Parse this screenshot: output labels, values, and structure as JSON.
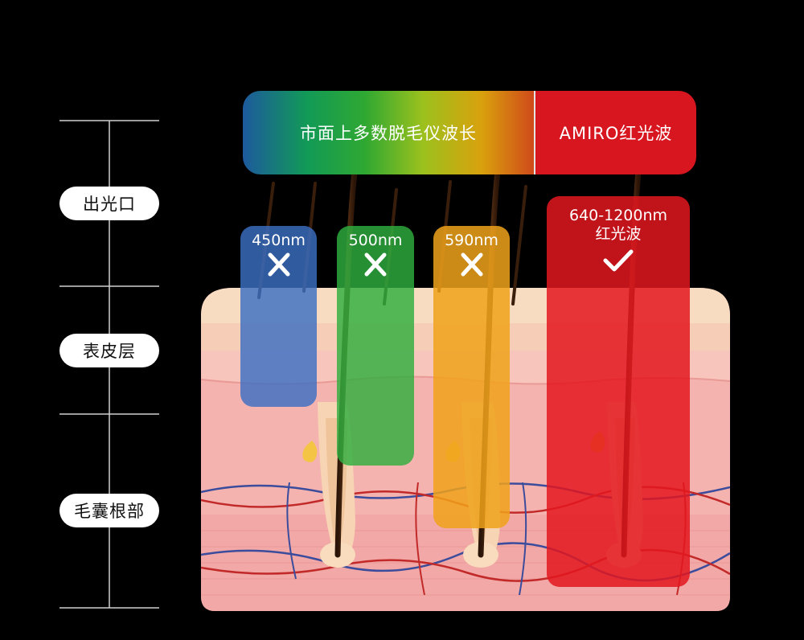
{
  "header": {
    "market_label": "市面上多数脱毛仪波长",
    "amiro_label": "AMIRO红光波"
  },
  "layers": [
    {
      "id": "outlet",
      "label": "出光口"
    },
    {
      "id": "epidermis",
      "label": "表皮层"
    },
    {
      "id": "follicle-root",
      "label": "毛囊根部"
    }
  ],
  "bands": [
    {
      "id": "450",
      "label": "450nm",
      "result": "cross",
      "color": "#3c6fc2"
    },
    {
      "id": "500",
      "label": "500nm",
      "result": "cross",
      "color": "#2fae3e"
    },
    {
      "id": "590",
      "label": "590nm",
      "result": "cross",
      "color": "#f0a21a"
    },
    {
      "id": "amiro",
      "label": "640-1200nm",
      "sublabel": "红光波",
      "result": "check",
      "color": "#e3161f"
    }
  ],
  "colors": {
    "background": "#000000",
    "skin_top": "#f7dcc4",
    "dermis": "#f3b5b0",
    "amiro_red": "#d81620"
  }
}
